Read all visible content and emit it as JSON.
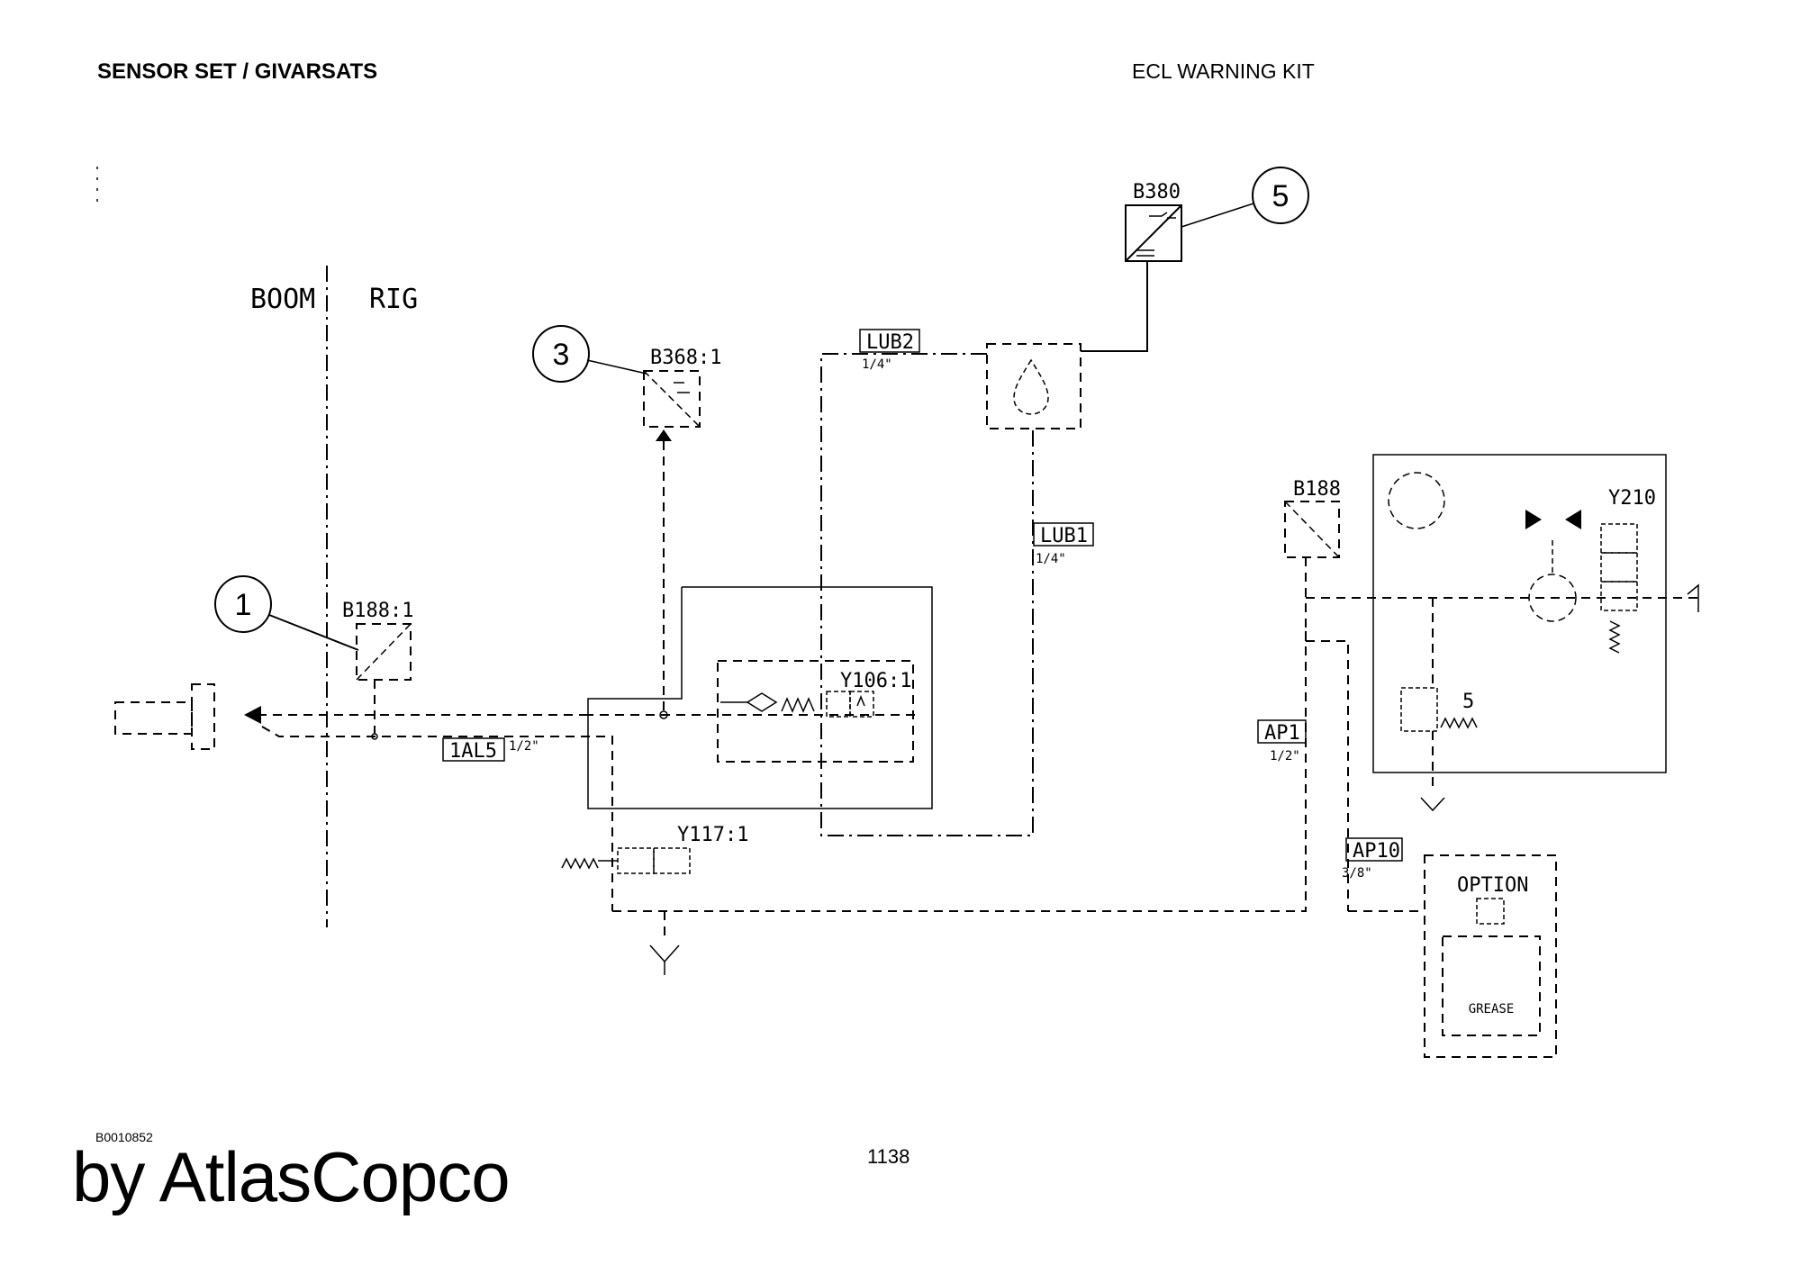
{
  "header": {
    "left_title": "SENSOR SET / GIVARSATS",
    "right_title": "ECL WARNING KIT"
  },
  "zones": {
    "boom": "BOOM",
    "rig": "RIG"
  },
  "callouts": [
    "1",
    "3",
    "5"
  ],
  "components": {
    "b380": "B380",
    "b368": "B368:1",
    "b188_1": "B188:1",
    "b188": "B188",
    "y210": "Y210",
    "y106": "Y106:1",
    "y117": "Y117:1",
    "option": "OPTION",
    "grease": "GREASE",
    "spring_num": "5"
  },
  "ports": {
    "lub2": {
      "name": "LUB2",
      "size": "1/4\""
    },
    "lub1": {
      "name": "LUB1",
      "size": "1/4\""
    },
    "ial5": {
      "name": "1AL5",
      "size": "1/2\""
    },
    "ap1": {
      "name": "AP1",
      "size": "1/2\""
    },
    "ap10": {
      "name": "AP10",
      "size": "3/8\""
    }
  },
  "footer": {
    "doc_code": "B0010852",
    "page_number": "1138",
    "brand": "by AtlasCopco"
  }
}
